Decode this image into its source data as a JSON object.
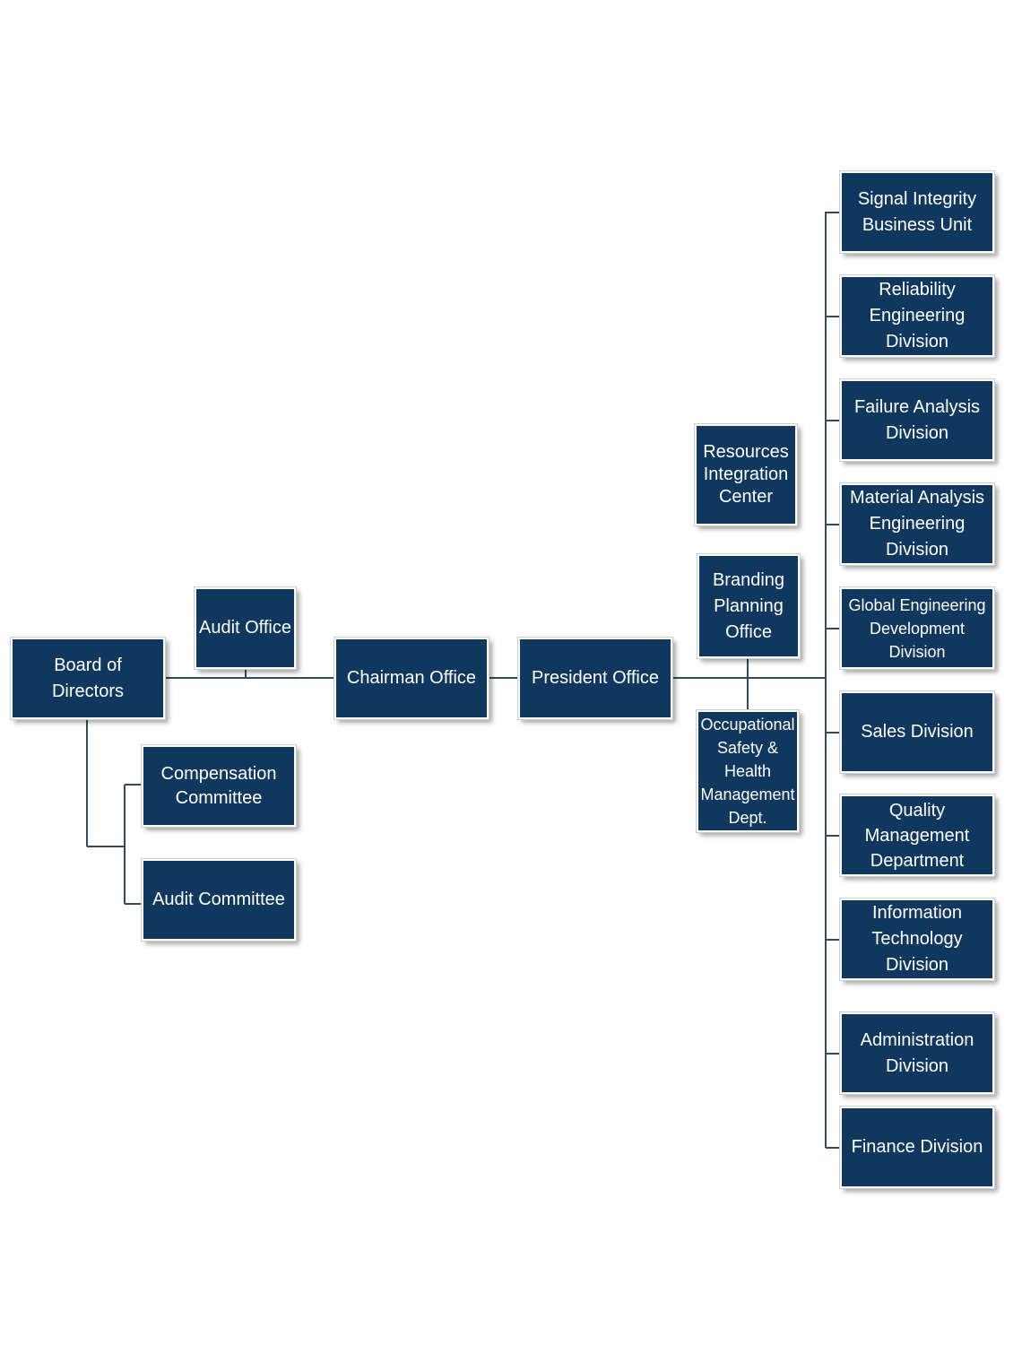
{
  "colors": {
    "box_fill": "#10375e",
    "box_text": "#ffffff",
    "connector": "#34495e"
  },
  "nodes": {
    "board": "Board of\nDirectors",
    "audit_office": "Audit Office",
    "chairman": "Chairman Office",
    "president": "President Office",
    "compensation": "Compensation\nCommittee",
    "audit_committee": "Audit Committee",
    "resources": "Resources\nIntegration\nCenter",
    "branding": "Branding\nPlanning\nOffice",
    "safety": "Occupational\nSafety &\nHealth\nManagement\nDept.",
    "signal": "Signal Integrity\nBusiness Unit",
    "reliability": "Reliability\nEngineering\nDivision",
    "failure": "Failure Analysis\nDivision",
    "material": "Material Analysis\nEngineering\nDivision",
    "global": "Global Engineering\nDevelopment\nDivision",
    "sales": "Sales Division",
    "quality": "Quality\nManagement\nDepartment",
    "it": "Information\nTechnology\nDivision",
    "admin": "Administration\nDivision",
    "finance": "Finance Division"
  }
}
